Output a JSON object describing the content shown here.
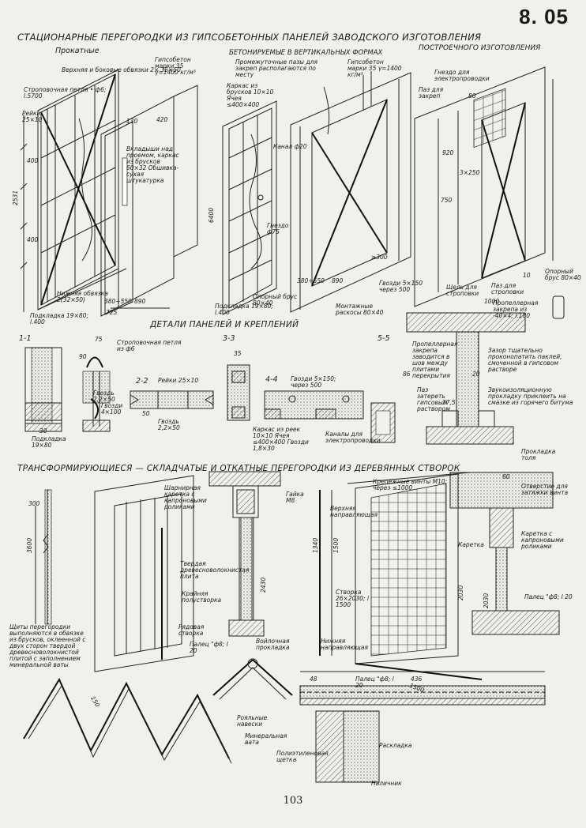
{
  "sheet_number": "8. 05",
  "title": "Стационарные перегородки из гипсобетонных панелей заводского изготовления",
  "panel_types": {
    "rolled": "Прокатные",
    "vertical_forms": "Бетонируемые в вертикальных формах",
    "on_site": "Построечного изготовления"
  },
  "labels": {
    "top_side_trim": "Верхняя и боковые обвязки 2×",
    "top_side_trim_dim": "35×50",
    "sling_loop": "Строповочная петля • ф6; l.5700",
    "rails": "Рейки 25×10",
    "gypsum_grade_a": "Гипсобетон марки 35 γ=1400 кг/м³",
    "inserts": "Вкладыши над проемом, каркас из брусков 60×32 Обшивка-сухая штукатурка",
    "bottom_trim": "Нижняя обвязка 2(32×50)",
    "pad_a": "Подкладка 19×80; l.400",
    "intermediate_grooves": "Промежуточные пазы для закреп располагаются по месту",
    "gypsum_grade_b": "Гипсобетон марки 35 γ=1400 кг/м³",
    "frame_bars": "Каркас из брусков 10×10 Ячея ≤400×400",
    "channel": "Канал ф20",
    "socket": "Гнездо ф75",
    "support_bar_a": "Опорный брус 80×40",
    "pad_b": "Подкладка 19×80; l.400",
    "mounting_braces": "Монтажные раскосы 80×40",
    "nails_a": "Гвозди 5×150 через 500",
    "socket_wiring": "Гнездо для электропроводки",
    "groove_anchor": "Паз для закреп",
    "support_bar_b": "Опорный брус 80×40",
    "sling_slot": "Щель для строповки",
    "sling_groove": "Паз для строповки",
    "propeller_anchor": "Пропеллерная закрепа из -40×4; l.180"
  },
  "dimensions": {
    "d2531": "2531",
    "d6400": "6400",
    "d890a": "890",
    "d725": "725",
    "d380": "380÷550",
    "d890b": "890",
    "d380b": "380÷550",
    "d300": "≥300",
    "d920": "920",
    "d750": "750",
    "d250": "3×250",
    "d1000": "1000",
    "d130": "130",
    "d420": "420",
    "d400a": "400",
    "d400b": "400",
    "d80": "80",
    "d10": "10"
  },
  "details": {
    "title": "Детали панелей и креплений",
    "section_1": "1-1",
    "section_2": "2-2",
    "section_3": "3-3",
    "section_4": "4-4",
    "section_5": "5-5",
    "sling_loop_b": "Строповочная петля из ф6",
    "rails_b": "Рейки 25×10",
    "nail_a": "Гвоздь 2,2×50",
    "nail_b": "Гвоздь 2,2×50",
    "nails_b": "Гвозди 4×100",
    "pad_c": "Подкладка 19×80",
    "frame_c": "Каркас из реек 10×10 Ячея ≤400×400 Гвозди 1,8×30",
    "nails_c": "Гвозди 5×150; через 500",
    "wire_channels": "Каналы для электропроводки",
    "propeller_b": "Пропеллерная закрепа заводится в шов между плитами перекрытия",
    "gypsum_rub": "Паз затереть гипсовым раствором",
    "gap_note": "Зазор тщательно проконопатить паклей, смоченной в гипсовом растворе",
    "sound_pad": "Звукоизоляционную прокладку приклеить на смазке из горячего битума",
    "ruberoid": "Прокладка толя",
    "dim_75": "75",
    "dim_90": "90",
    "dim_30": "30",
    "dim_50": "50",
    "dim_35": "35",
    "dim_20": "20",
    "dim_86": "86",
    "dim_375": "37,5"
  },
  "folding": {
    "title": "Трансформирующиеся — складчатые и откатные перегородки из деревянных створок",
    "hinge_carriage": "Шарнирная каретка с капроновыми роликами",
    "hard_board": "Твердая древесноволокнистая плита",
    "end_leaf": "Крайняя полустворка",
    "row_leaf": "Рядовая створка",
    "shields_note": "Щиты перегородки выполняются в обвязке из брусков, оклеенной с двух сторон твердой древесноволокнистой плитой с заполнением минеральной ваты",
    "finger_a": "Палец \"ф8; l 20",
    "felt_pad": "Войлочная прокладка",
    "row_hinges": "Рояльные навески",
    "mineral_wool": "Минеральная вата",
    "nut": "Гайка М8",
    "top_guide": "Верхняя направляющая",
    "leaf": "Створка 26×2030; l 1500",
    "bottom_guide": "Нижняя направляющая",
    "fixing_screws": "Крепежные винты М10; через ≤1000",
    "carriage": "Каретка",
    "carriage_rollers": "Каретка с капроновыми роликами",
    "screw_hole": "Отверстие для затяжки винта",
    "finger_b": "Палец \"ф8; l 20",
    "finger_c": "Палец \"ф8; l 20",
    "spacer": "Раскладка",
    "brush": "Полиэтиленовая щетка",
    "trim": "Наличник",
    "dim_3600": "3600",
    "dim_2430": "2430",
    "dim_1340": "1340",
    "dim_1500a": "1500",
    "dim_1500b": "1500",
    "dim_2030a": "2030",
    "dim_2030b": "2030",
    "dim_436": "436",
    "dim_48": "48",
    "dim_60": "60",
    "dim_150": "150",
    "dim_300": "300"
  },
  "page_number": "103"
}
